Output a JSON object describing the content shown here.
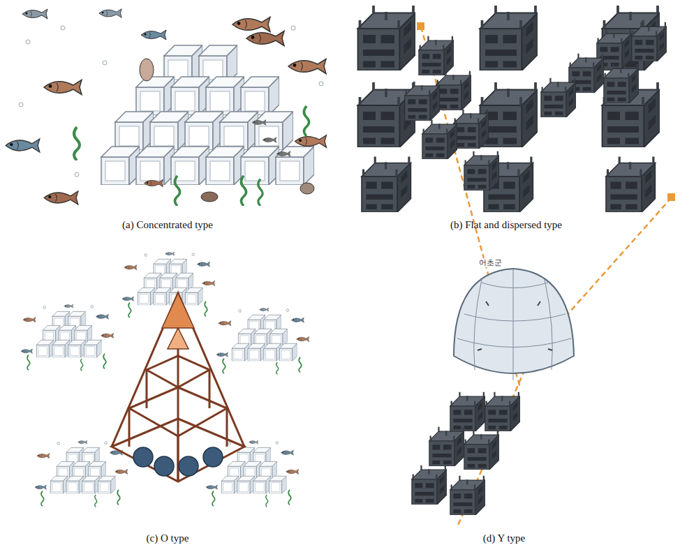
{
  "diagram": {
    "labels": [
      "(a) Concentrated type",
      "(b) Flat and dispersed type",
      "(c) O type",
      "(d) Y type",
      "어초군"
    ]
  }
}
